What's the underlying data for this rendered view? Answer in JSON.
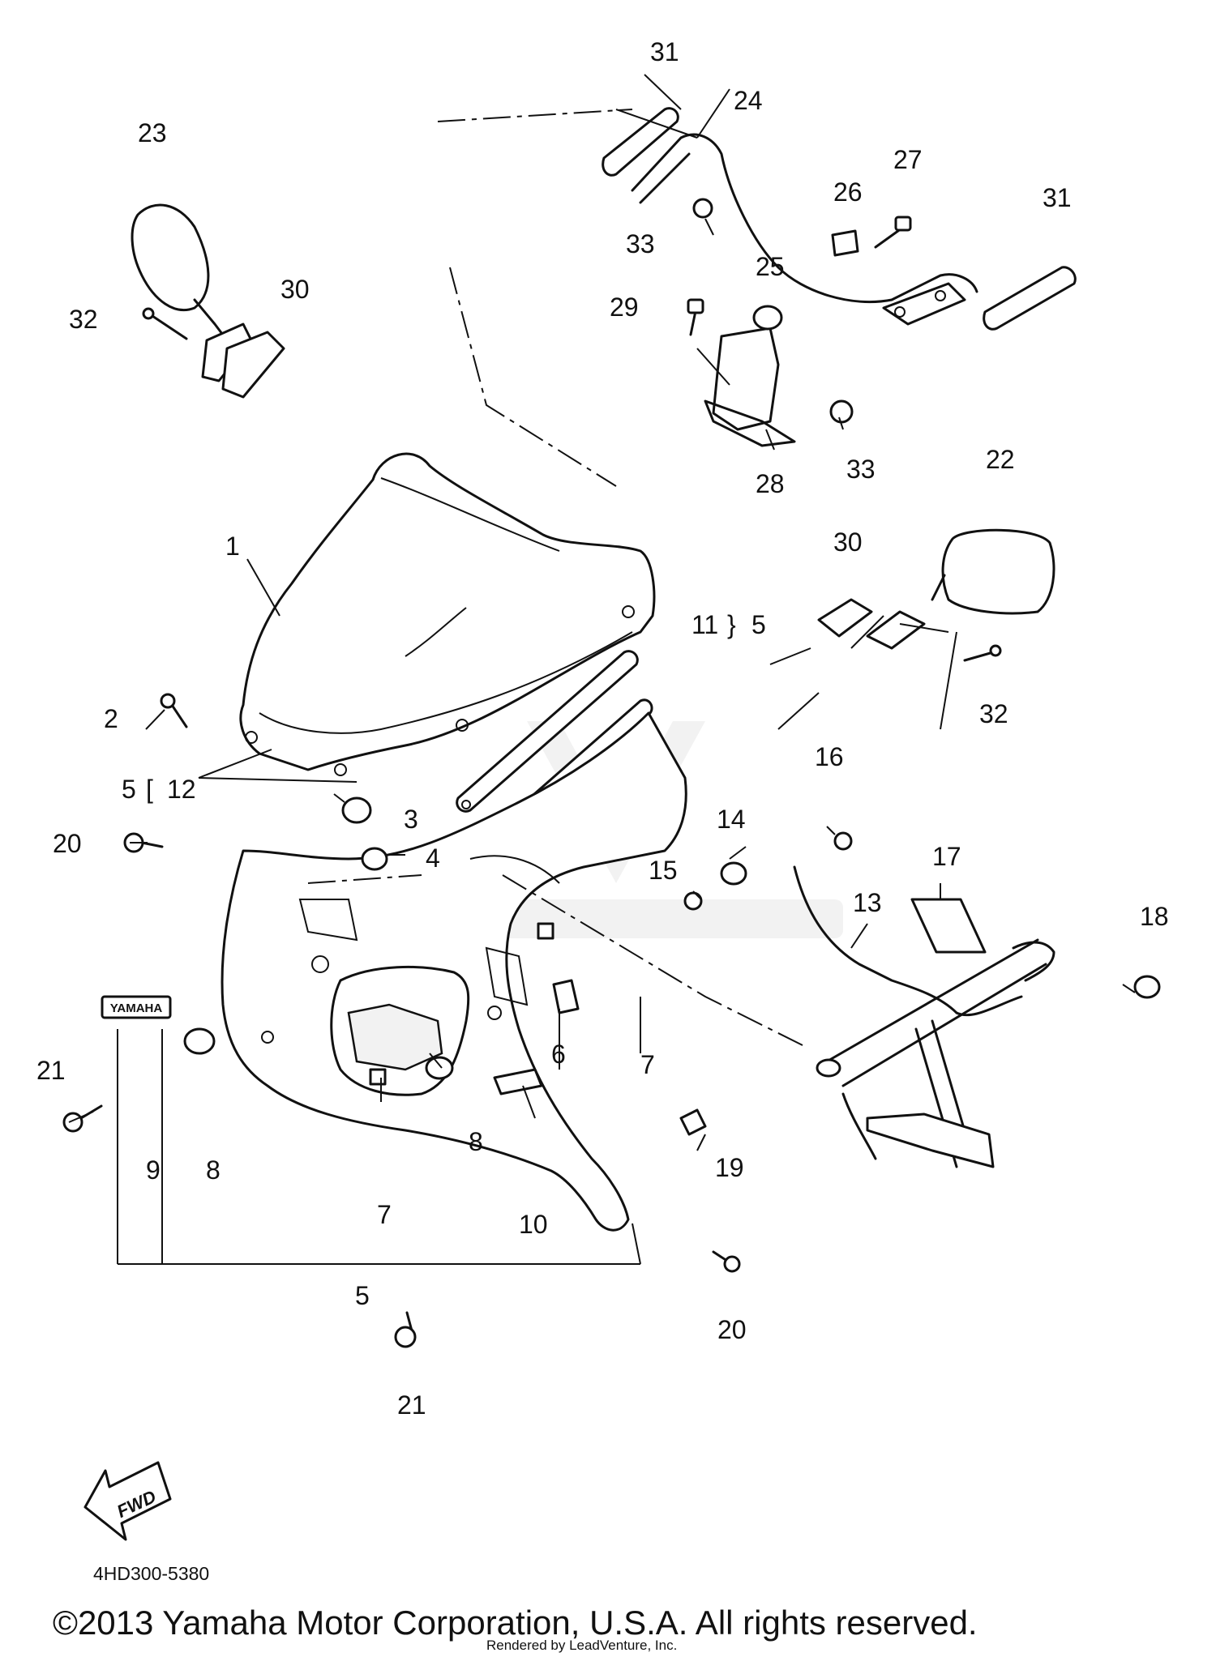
{
  "diagram": {
    "code": "4HD300-5380",
    "copyright": "©2013 Yamaha Motor Corporation, U.S.A. All rights reserved.",
    "render_credit": "Rendered by LeadVenture, Inc.",
    "fwd_label": "FWD",
    "emblem_text": "YAMAHA",
    "callouts": {
      "c1": "1",
      "c2": "2",
      "c3": "3",
      "c4": "4",
      "c5_left": "5",
      "c12": "12",
      "c11": "11",
      "c5_right": "5",
      "c5_bottom": "5",
      "c6": "6",
      "c7_right": "7",
      "c7_bottom": "7",
      "c8_left": "8",
      "c8_bottom": "8",
      "c9": "9",
      "c10": "10",
      "c13": "13",
      "c14": "14",
      "c15": "15",
      "c16": "16",
      "c17": "17",
      "c18": "18",
      "c19": "19",
      "c20_left": "20",
      "c20_bottom": "20",
      "c21_left": "21",
      "c21_bottom": "21",
      "c22": "22",
      "c23": "23",
      "c24": "24",
      "c25": "25",
      "c26": "26",
      "c27": "27",
      "c28": "28",
      "c29": "29",
      "c30_left": "30",
      "c30_right": "30",
      "c31_left": "31",
      "c31_right": "31",
      "c32_left": "32",
      "c32_right": "32",
      "c33_upper": "33",
      "c33_lower": "33"
    }
  },
  "icons": {
    "fwd_arrow": "fwd-arrow-icon",
    "watermark": "leadventure-watermark-icon"
  }
}
